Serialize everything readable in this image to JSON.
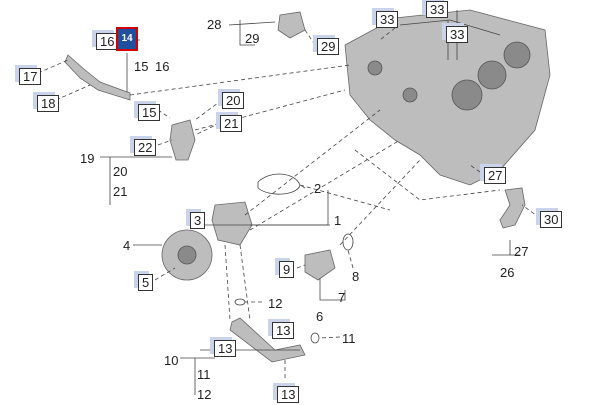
{
  "diagram": {
    "callouts": [
      {
        "id": "c28",
        "text": "28"
      },
      {
        "id": "c29",
        "text": "29"
      },
      {
        "id": "c29b",
        "text": "29"
      },
      {
        "id": "c33a",
        "text": "33"
      },
      {
        "id": "c33b",
        "text": "33"
      },
      {
        "id": "c33c",
        "text": "33"
      },
      {
        "id": "c16a",
        "text": "16"
      },
      {
        "id": "c14",
        "text": "14"
      },
      {
        "id": "c15a",
        "text": "15"
      },
      {
        "id": "c16b",
        "text": "16"
      },
      {
        "id": "c17",
        "text": "17"
      },
      {
        "id": "c18",
        "text": "18"
      },
      {
        "id": "c15b",
        "text": "15"
      },
      {
        "id": "c20a",
        "text": "20"
      },
      {
        "id": "c21a",
        "text": "21"
      },
      {
        "id": "c22",
        "text": "22"
      },
      {
        "id": "c19",
        "text": "19"
      },
      {
        "id": "c20b",
        "text": "20"
      },
      {
        "id": "c21b",
        "text": "21"
      },
      {
        "id": "c27a",
        "text": "27"
      },
      {
        "id": "c30",
        "text": "30"
      },
      {
        "id": "c27b",
        "text": "27"
      },
      {
        "id": "c26",
        "text": "26"
      },
      {
        "id": "c2",
        "text": "2"
      },
      {
        "id": "c3",
        "text": "3"
      },
      {
        "id": "c1",
        "text": "1"
      },
      {
        "id": "c4",
        "text": "4"
      },
      {
        "id": "c5",
        "text": "5"
      },
      {
        "id": "c9",
        "text": "9"
      },
      {
        "id": "c8",
        "text": "8"
      },
      {
        "id": "c7",
        "text": "7"
      },
      {
        "id": "c6",
        "text": "6"
      },
      {
        "id": "c12",
        "text": "12"
      },
      {
        "id": "c13a",
        "text": "13"
      },
      {
        "id": "c11a",
        "text": "11"
      },
      {
        "id": "c13b",
        "text": "13"
      },
      {
        "id": "c10",
        "text": "10"
      },
      {
        "id": "c11b",
        "text": "11"
      },
      {
        "id": "c12b",
        "text": "12"
      },
      {
        "id": "c13c",
        "text": "13"
      }
    ]
  }
}
